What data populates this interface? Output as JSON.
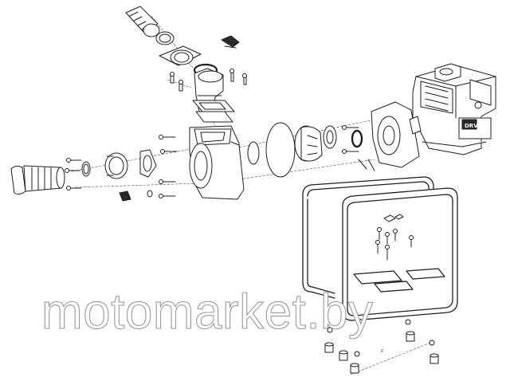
{
  "watermark": "motomarket.by",
  "engine_badge": "DRV",
  "frame_callout": "F",
  "colors": {
    "line": "#1f1f1f",
    "fill": "#ffffff",
    "dark": "#2a2a2a",
    "watermark_stroke": "#9a9a9a"
  }
}
